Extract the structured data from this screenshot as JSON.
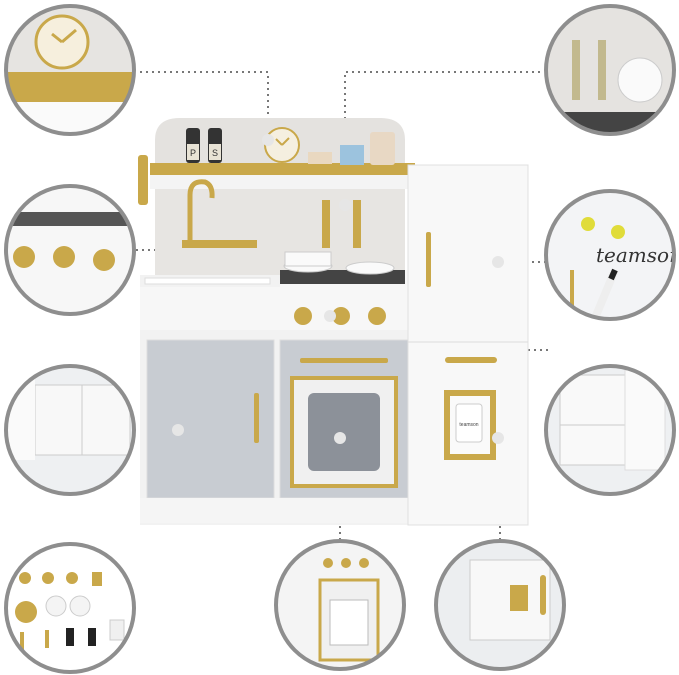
{
  "product": {
    "shaker_labels": [
      "P",
      "S"
    ],
    "whiteboard_text": "teamson",
    "cup_text": "teamson"
  },
  "colors": {
    "gold": "#c9a84a",
    "cabinet_gray": "#c8ccd2",
    "body_white": "#f7f7f7",
    "circle_border": "#8e8e8e",
    "marble": "#e4e2df"
  }
}
